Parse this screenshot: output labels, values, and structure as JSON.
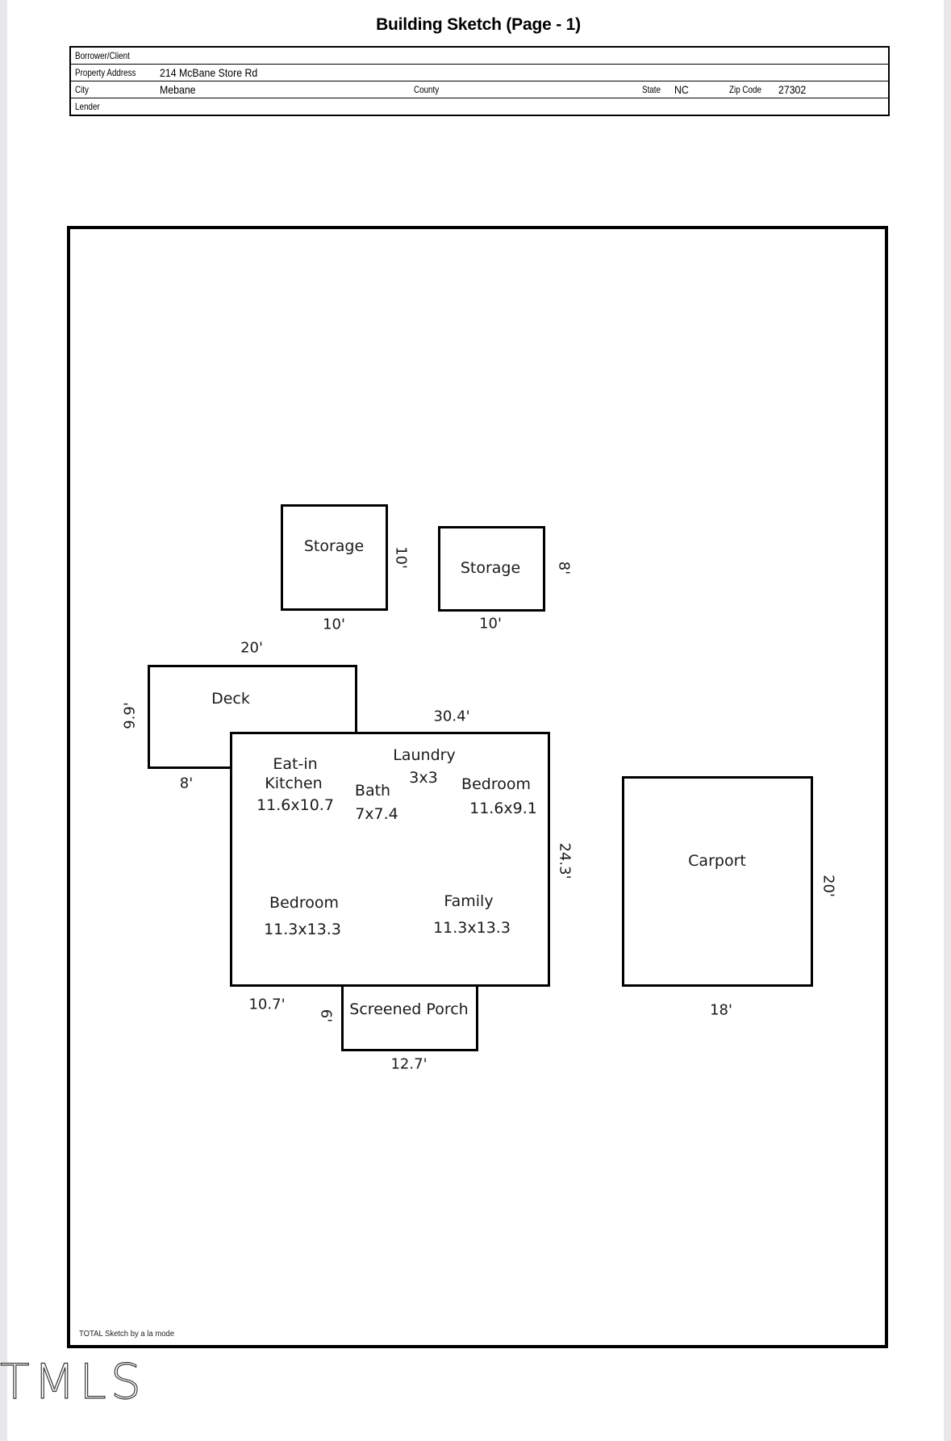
{
  "page": {
    "title": "Building Sketch (Page - 1)",
    "footer_note": "TOTAL Sketch by a la mode",
    "watermark": "TMLS"
  },
  "header": {
    "borrower_label": "Borrower/Client",
    "borrower_value": "",
    "property_label": "Property Address",
    "property_value": "214 McBane Store Rd",
    "city_label": "City",
    "city_value": "Mebane",
    "county_label": "County",
    "county_value": "",
    "state_label": "State",
    "state_value": "NC",
    "zip_label": "Zip Code",
    "zip_value": "27302",
    "lender_label": "Lender",
    "lender_value": ""
  },
  "sketch": {
    "areas": {
      "storage1": {
        "label": "Storage",
        "width_ft": "10'",
        "height_ft": "10'"
      },
      "storage2": {
        "label": "Storage",
        "width_ft": "10'",
        "height_ft": "8'"
      },
      "deck": {
        "label": "Deck",
        "width_ft": "20'",
        "height_ft": "9.9'",
        "bottom_ft": "8'"
      },
      "house": {
        "width_ft": "30.4'",
        "height_ft": "24.3'",
        "bottom_left_ft": "10.7'"
      },
      "porch": {
        "label": "Screened Porch",
        "width_ft": "12.7'",
        "height_ft": "6'"
      },
      "carport": {
        "label": "Carport",
        "width_ft": "18'",
        "height_ft": "20'"
      }
    },
    "rooms": {
      "kitchen": {
        "line1": "Eat-in",
        "line2": "Kitchen",
        "dims": "11.6x10.7"
      },
      "bath": {
        "line1": "Bath",
        "dims": "7x7.4"
      },
      "laundry": {
        "line1": "Laundry",
        "dims": "3x3"
      },
      "bedroom1": {
        "line1": "Bedroom",
        "dims": "11.6x9.1"
      },
      "bedroom2": {
        "line1": "Bedroom",
        "dims": "11.3x13.3"
      },
      "family": {
        "line1": "Family",
        "dims": "11.3x13.3"
      }
    }
  }
}
